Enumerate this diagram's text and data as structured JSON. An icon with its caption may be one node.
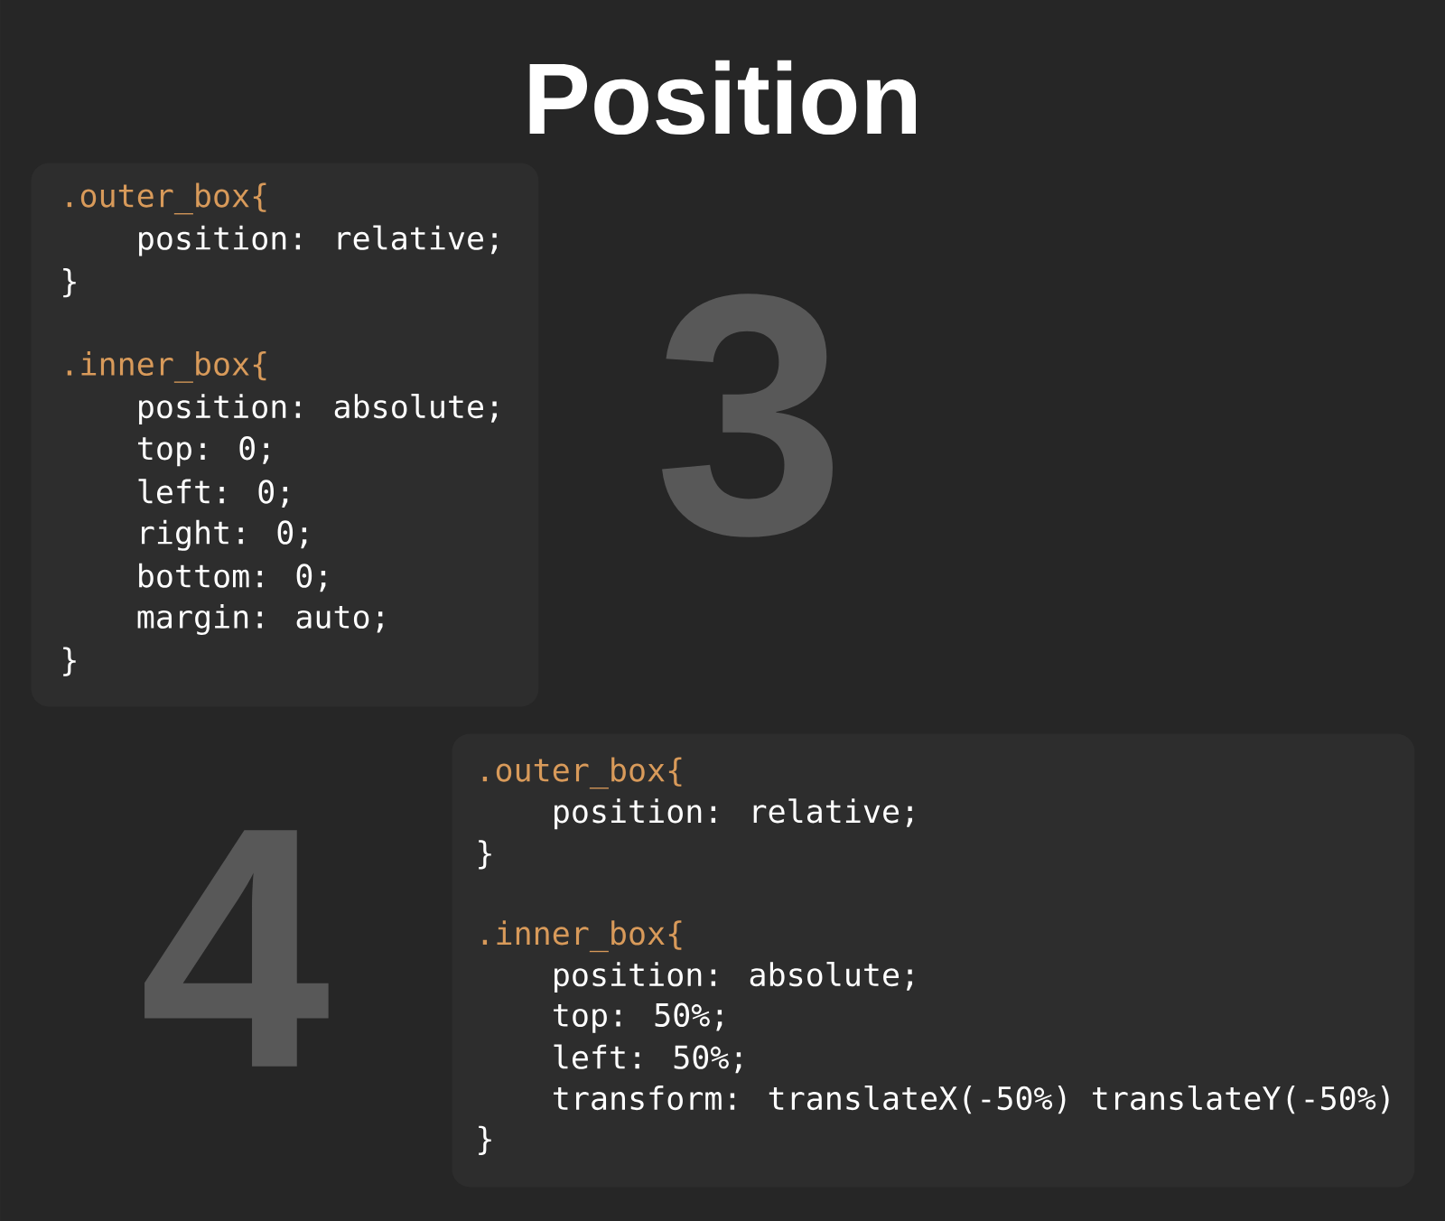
{
  "diagram": {
    "title": "Position",
    "nodes": [
      {
        "text": [
          ".outer_box{",
          "position: relative;",
          "}",
          ".inner_box{",
          "position: absolute;",
          "top: 0;",
          "left: 0;",
          "right: 0;",
          "bottom: 0;",
          "margin: auto;",
          "}"
        ]
      },
      {
        "text": [
          ".outer_box{",
          "position: relative;",
          "}",
          ".inner_box{",
          "position: absolute;",
          "top: 50%;",
          "left: 50%;",
          "transform: translateX(-50%) translateY(-50%)",
          "}"
        ]
      }
    ],
    "labels": [
      "3",
      "4"
    ]
  }
}
